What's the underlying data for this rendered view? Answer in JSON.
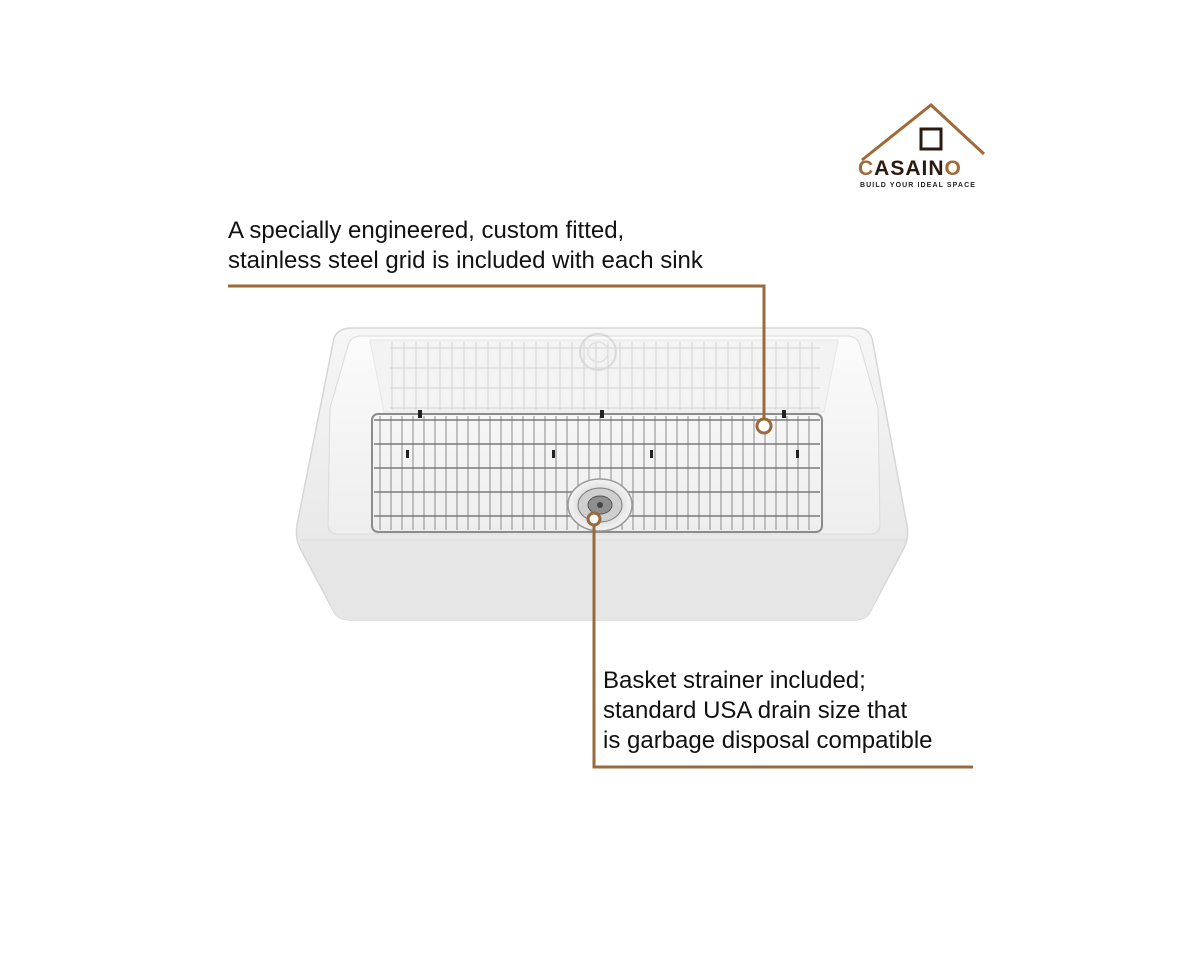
{
  "brand": {
    "name_prefix": "",
    "name_o1": "C",
    "name_mid": "ASAIN",
    "name_o2": "O",
    "tagline": "BUILD YOUR IDEAL SPACE",
    "color_brown": "#a06a3a",
    "color_dark": "#2b1a10"
  },
  "callouts": [
    {
      "line1": "A specially engineered, custom fitted,",
      "line2": "stainless steel grid is included with each sink"
    },
    {
      "line1": "Basket strainer included;",
      "line2": "standard USA drain size that",
      "line3": "is garbage disposal compatible"
    }
  ],
  "colors": {
    "leader_line": "#9a6a3c",
    "sink_body": "#e9e9e9",
    "grid_wire": "#8a8a8a"
  }
}
